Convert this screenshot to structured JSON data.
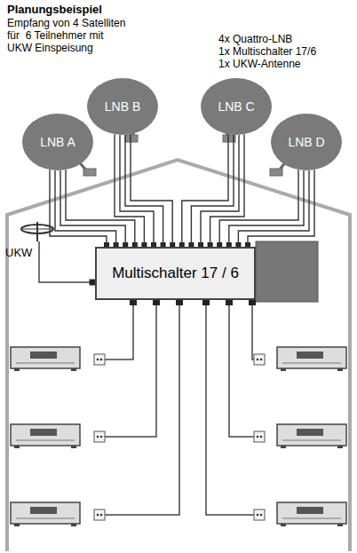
{
  "diagram": {
    "title": "Planungsbeispiel",
    "nodes": [
      {
        "text": [
          "LNB A"
        ]
      },
      {
        "text": [
          "LNB B"
        ]
      },
      {
        "text": [
          "LNB C"
        ]
      },
      {
        "text": [
          "LNB D"
        ]
      },
      {
        "text": [
          "Multischalter 17 / 6"
        ]
      }
    ],
    "edges": [
      {
        "from": 0,
        "to": 4,
        "arrow": "none"
      },
      {
        "from": 0,
        "to": 4,
        "arrow": "none"
      },
      {
        "from": 0,
        "to": 4,
        "arrow": "none"
      },
      {
        "from": 0,
        "to": 4,
        "arrow": "none"
      },
      {
        "from": 1,
        "to": 4,
        "arrow": "none"
      },
      {
        "from": 1,
        "to": 4,
        "arrow": "none"
      },
      {
        "from": 1,
        "to": 4,
        "arrow": "none"
      },
      {
        "from": 1,
        "to": 4,
        "arrow": "none"
      },
      {
        "from": 2,
        "to": 4,
        "arrow": "none"
      },
      {
        "from": 2,
        "to": 4,
        "arrow": "none"
      },
      {
        "from": 2,
        "to": 4,
        "arrow": "none"
      },
      {
        "from": 2,
        "to": 4,
        "arrow": "none"
      },
      {
        "from": 3,
        "to": 4,
        "arrow": "none"
      },
      {
        "from": 3,
        "to": 4,
        "arrow": "none"
      },
      {
        "from": 3,
        "to": 4,
        "arrow": "none"
      },
      {
        "from": 3,
        "to": 4,
        "arrow": "none"
      }
    ],
    "labels": [
      "Empfang von 4 Satelliten",
      "für  6 Teilnehmer mit",
      "UKW Einspeisung",
      "4x Quattro-LNB",
      "1x Multischalter 17/6",
      "1x UKW-Antenne",
      "UKW"
    ]
  }
}
